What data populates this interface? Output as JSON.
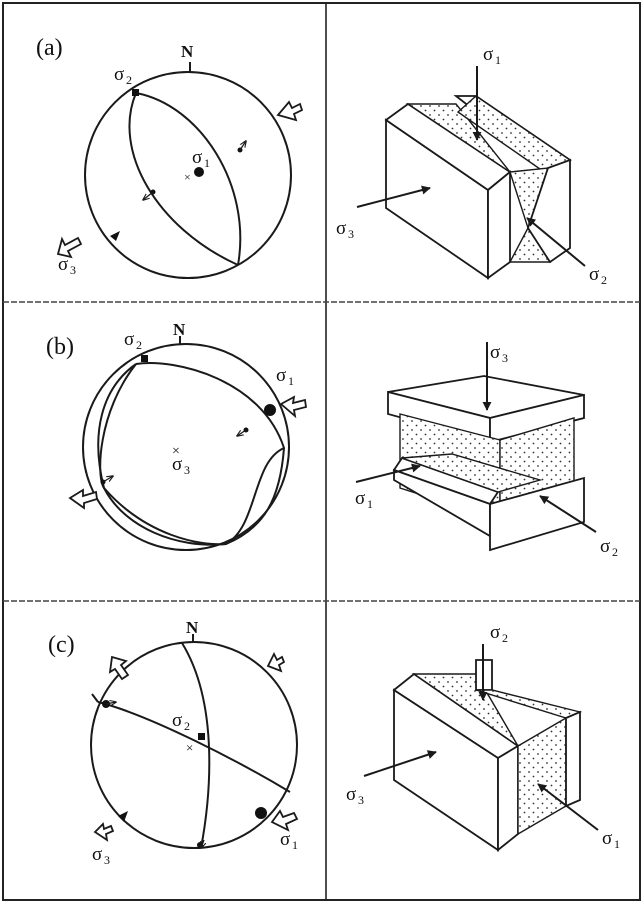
{
  "panels": {
    "a": {
      "label": "(a)",
      "north": "N",
      "stereo": {
        "sigma1": "σ",
        "sigma1_sub": "1",
        "sigma2": "σ",
        "sigma2_sub": "2",
        "sigma3": "σ",
        "sigma3_sub": "3"
      },
      "block": {
        "sigma1": "σ",
        "sigma1_sub": "1",
        "sigma2": "σ",
        "sigma2_sub": "2",
        "sigma3": "σ",
        "sigma3_sub": "3"
      }
    },
    "b": {
      "label": "(b)",
      "north": "N",
      "stereo": {
        "sigma1": "σ",
        "sigma1_sub": "1",
        "sigma2": "σ",
        "sigma2_sub": "2",
        "sigma3": "σ",
        "sigma3_sub": "3"
      },
      "block": {
        "sigma1": "σ",
        "sigma1_sub": "1",
        "sigma2": "σ",
        "sigma2_sub": "2",
        "sigma3": "σ",
        "sigma3_sub": "3"
      }
    },
    "c": {
      "label": "(c)",
      "north": "N",
      "stereo": {
        "sigma1": "σ",
        "sigma1_sub": "1",
        "sigma2": "σ",
        "sigma2_sub": "2",
        "sigma3": "σ",
        "sigma3_sub": "3"
      },
      "block": {
        "sigma1": "σ",
        "sigma1_sub": "1",
        "sigma2": "σ",
        "sigma2_sub": "2",
        "sigma3": "σ",
        "sigma3_sub": "3"
      }
    }
  }
}
